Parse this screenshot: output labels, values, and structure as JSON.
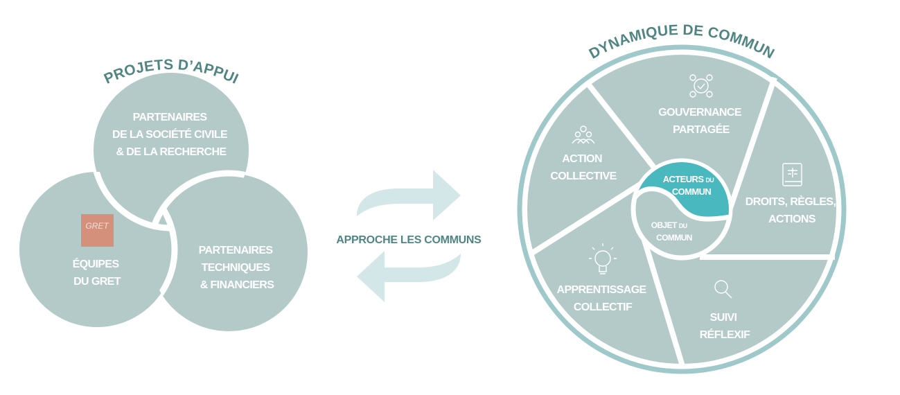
{
  "left": {
    "title": "PROJETS D’APPUI",
    "circles": {
      "top": [
        "PARTENAIRES",
        "DE LA SOCIÉTÉ CIVILE",
        "& DE LA RECHERCHE"
      ],
      "bottom_left": [
        "ÉQUIPES",
        "DU GRET"
      ],
      "bottom_right": [
        "PARTENAIRES",
        "TECHNIQUES",
        "& FINANCIERS"
      ]
    },
    "logo_text": "GRET"
  },
  "middle": {
    "label": "APPROCHE LES COMMUNS"
  },
  "right": {
    "title": "DYNAMIQUE DE COMMUN",
    "segments": {
      "gouvernance": [
        "GOUVERNANCE",
        "PARTAGÉE"
      ],
      "action": [
        "ACTION",
        "COLLECTIVE"
      ],
      "droits": [
        "DROITS, RÈGLES,",
        "ACTIONS"
      ],
      "apprentissage": [
        "APPRENTISSAGE",
        "COLLECTIF"
      ],
      "suivi": [
        "SUIVI",
        "RÉFLEXIF"
      ]
    },
    "center": {
      "acteurs": [
        "ACTEURS",
        "DU",
        "COMMUN"
      ],
      "objet": [
        "OBJET",
        "DU",
        "COMMUN"
      ]
    }
  },
  "colors": {
    "fill": "#b3cac9",
    "title": "#4f8582",
    "teal": "#4ab9bf",
    "ring": "#9fc8cb",
    "logo": "#d4907a",
    "arrow": "#d3e6e8"
  }
}
